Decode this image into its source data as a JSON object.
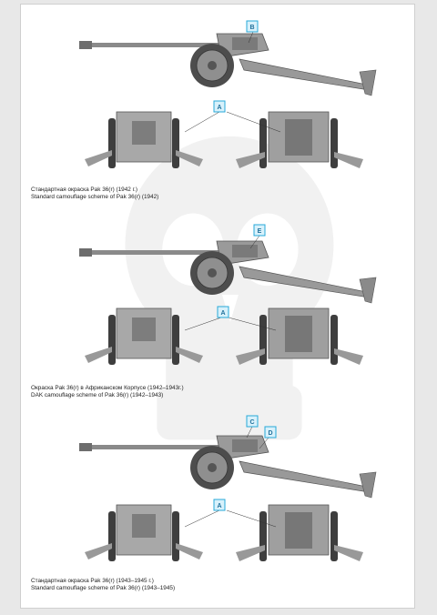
{
  "colors": {
    "callout_border": "#27a9d8",
    "callout_fill": "#d8f1fb",
    "gun_dark": "#4d4d4d",
    "gun_mid": "#8a8a8a",
    "gun_light": "#c4c4c4"
  },
  "schemes": [
    {
      "callouts_top": [
        "B"
      ],
      "callout_bottom": "A",
      "caption_ru": "Стандартная окраска Pak 36(r) (1942 г.)",
      "caption_en": "Standard camouflage scheme of Pak 36(r) (1942)"
    },
    {
      "callouts_top": [
        "E"
      ],
      "callout_bottom": "A",
      "caption_ru": "Окраска Pak 36(r) в Африканском Корпусе (1942–1943г.)",
      "caption_en": "DAK camouflage scheme of Pak 36(r) (1942–1943)"
    },
    {
      "callouts_top": [
        "C",
        "D"
      ],
      "callout_bottom": "A",
      "caption_ru": "Стандартная окраска Pak 36(r) (1943–1945 г.)",
      "caption_en": "Standard camouflage scheme of Pak 36(r) (1943–1945)"
    }
  ]
}
